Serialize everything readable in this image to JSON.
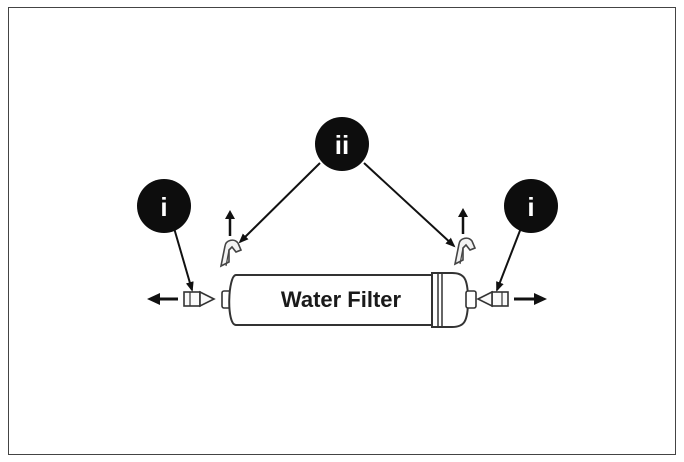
{
  "filter": {
    "label": "Water Filter"
  },
  "callouts": {
    "clip_label": "ii",
    "fitting_label": "i"
  },
  "colors": {
    "ink": "#111111",
    "badge_fill": "#0d0d0d",
    "badge_text": "#ffffff",
    "part_stroke": "#333333"
  }
}
